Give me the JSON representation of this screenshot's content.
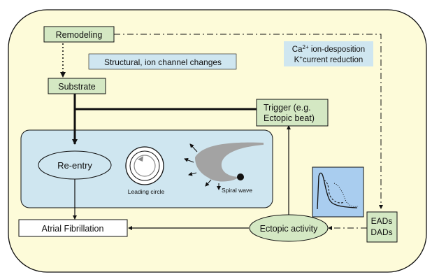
{
  "nodes": {
    "remodeling": "Remodeling",
    "structural_changes": "Structural, ion channel changes",
    "substrate": "Substrate",
    "trigger_line1": "Trigger (e.g.",
    "trigger_line2": "Ectopic beat)",
    "reentry": "Re-entry",
    "leading_circle": "Leading circle",
    "spiral_wave": "Spiral wave",
    "atrial_fibrillation": "Atrial Fibrillation",
    "ectopic_activity": "Ectopic activity",
    "eads": "EADs",
    "dads": "DADs"
  },
  "ion_note": {
    "line1_prefix": "Ca",
    "line1_sup": "2+",
    "line1_suffix": " ion-desposition",
    "line2_prefix": "K",
    "line2_sup": "+",
    "line2_suffix": "current reduction"
  },
  "colors": {
    "background_panel": "#fdfbd9",
    "node_green": "#d4e8c3",
    "node_blue": "#cfe6f0",
    "reentry_panel": "#cfe6f0",
    "action_potential_panel": "#a9cdef",
    "spiral_gray": "#a3a3a3"
  }
}
